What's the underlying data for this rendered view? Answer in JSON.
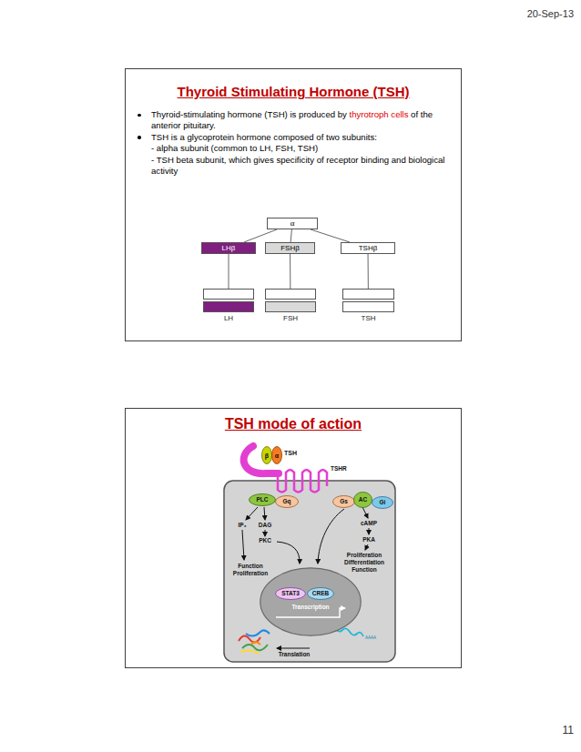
{
  "diagram": {
    "nodes": [
      {
        "text": [
          "Thyroid Stimulating Hormone (TSH)",
          "Thyroid-stimulating hormone (TSH) is produced by",
          "thyrotroph cells",
          "of the anterior pituitary.",
          "TSH is a glycoprotein hormone composed of two subunits:",
          "- alpha subunit (common to LH, FSH, TSH)",
          "- TSH beta subunit, which gives specificity of receptor binding and biological activity"
        ]
      },
      {
        "text": [
          "α"
        ],
        "in": 0
      },
      {
        "text": [
          "LHβ"
        ],
        "in": 0
      },
      {
        "text": [
          "FSHβ"
        ],
        "in": 0
      },
      {
        "text": [
          "TSHβ"
        ],
        "in": 0
      },
      {
        "text": [
          "LH"
        ],
        "in": 0
      },
      {
        "text": [
          "FSH"
        ],
        "in": 0
      },
      {
        "text": [
          "TSH"
        ],
        "in": 0
      },
      {
        "text": [
          "TSH mode of action"
        ]
      },
      {
        "text": [
          "β"
        ],
        "in": 8
      },
      {
        "text": [
          "α"
        ],
        "in": 8
      },
      {
        "text": [
          "PLC"
        ],
        "in": 8
      },
      {
        "text": [
          "Gq"
        ],
        "in": 8
      },
      {
        "text": [
          "Gs"
        ],
        "in": 8
      },
      {
        "text": [
          "AC"
        ],
        "in": 8
      },
      {
        "text": [
          "Gi"
        ],
        "in": 8
      },
      {
        "text": [
          "Transcription"
        ],
        "in": 8
      },
      {
        "text": [
          "STAT3"
        ],
        "in": 16
      },
      {
        "text": [
          "CREB"
        ],
        "in": 16
      }
    ],
    "edges": [
      {
        "from": 1,
        "to": 2,
        "arrow": "none"
      },
      {
        "from": 1,
        "to": 3,
        "arrow": "none"
      },
      {
        "from": 1,
        "to": 4,
        "arrow": "none"
      },
      {
        "from": 2,
        "to": 5,
        "arrow": "none"
      },
      {
        "from": 3,
        "to": 6,
        "arrow": "none"
      },
      {
        "from": 4,
        "to": 7,
        "arrow": "none"
      }
    ],
    "labels": [
      "20-Sep-13",
      "11",
      "TSH",
      "TSHR",
      "IP₃",
      "DAG",
      "PKC",
      "Function Proliferation",
      "cAMP",
      "PKA",
      "Proliferation Differentiation Function",
      "AAAA",
      "Translation"
    ]
  }
}
